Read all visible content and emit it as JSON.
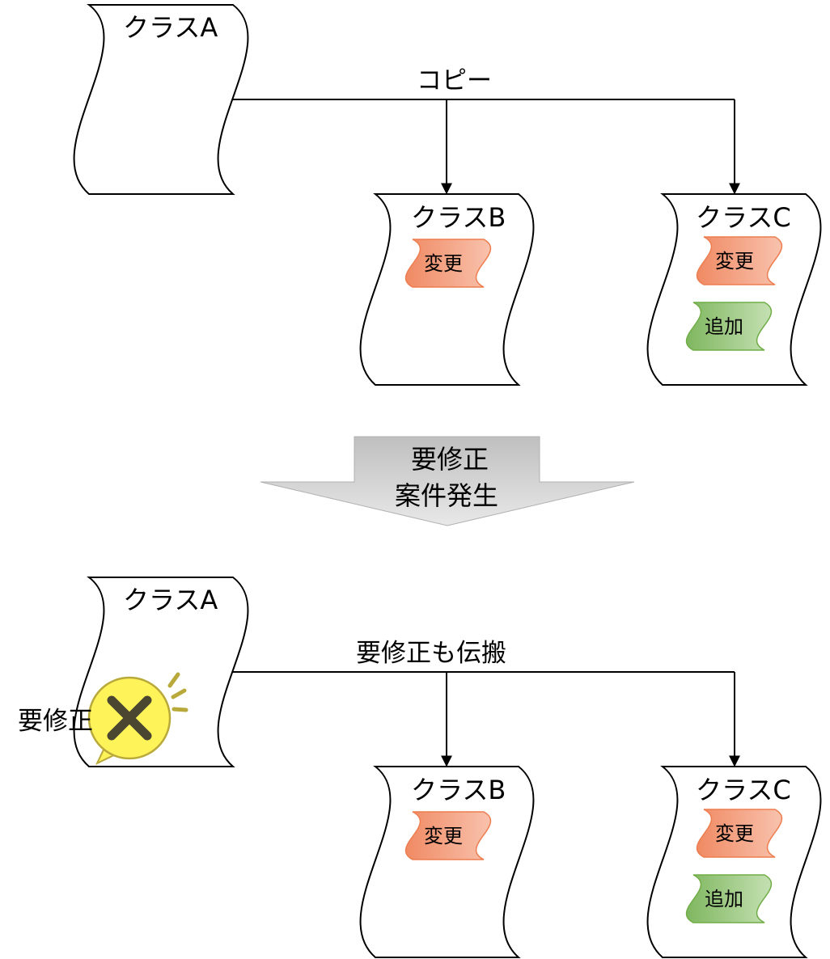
{
  "top": {
    "class_a": "クラスA",
    "copy_label": "コピー",
    "class_b": "クラスB",
    "class_b_change": "変更",
    "class_c": "クラスC",
    "class_c_change": "変更",
    "class_c_add": "追加"
  },
  "transition": {
    "line1": "要修正",
    "line2": "案件発生"
  },
  "bottom": {
    "class_a": "クラスA",
    "fix_label": "要修正",
    "propagate_label": "要修正も伝搬",
    "class_b": "クラスB",
    "class_b_change": "変更",
    "class_c": "クラスC",
    "class_c_change": "変更",
    "class_c_add": "追加"
  },
  "colors": {
    "change_fill": "#f4a58a",
    "change_stroke": "#ee7d4f",
    "add_fill": "#a9d08e",
    "add_stroke": "#70ad47",
    "transition_arrow": "#c8c8c8",
    "warning_fill": "#fff35a",
    "warning_stroke": "#b8a93a",
    "warning_x": "#4a4630"
  },
  "icons": {
    "warning": "x-mark-speech-bubble-icon"
  }
}
